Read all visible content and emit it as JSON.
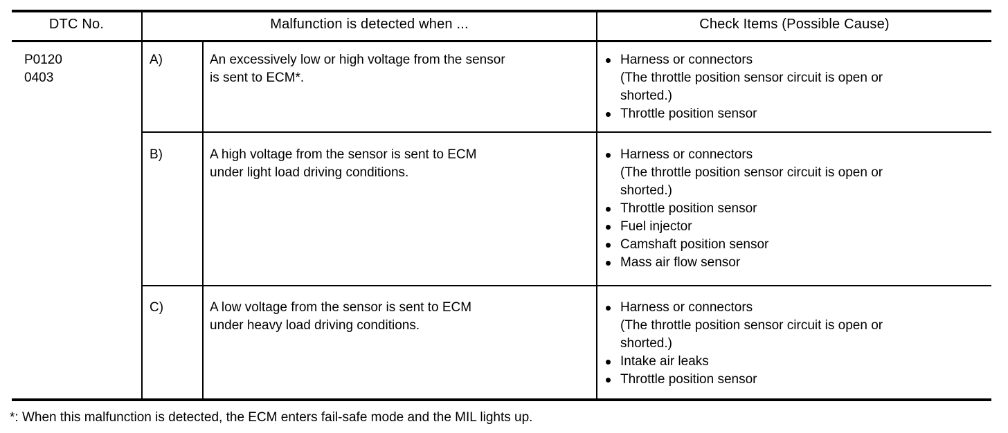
{
  "table": {
    "headers": {
      "dtc_no": "DTC No.",
      "malfunction": "Malfunction is detected when ...",
      "check_items": "Check Items (Possible Cause)"
    },
    "dtc_codes": {
      "line1": "P0120",
      "line2": "0403"
    },
    "rows": [
      {
        "label": "A)",
        "description_line1": "An excessively low or high voltage from the sensor",
        "description_line2": "is sent to ECM*.",
        "check_items": [
          {
            "text": "Harness or connectors",
            "sub1": "(The throttle position sensor circuit is open or",
            "sub2": "shorted.)"
          },
          {
            "text": "Throttle position sensor"
          }
        ]
      },
      {
        "label": "B)",
        "description_line1": "A high voltage from the sensor is sent to ECM",
        "description_line2": "under light load driving conditions.",
        "check_items": [
          {
            "text": "Harness or connectors",
            "sub1": "(The throttle position sensor circuit is open or",
            "sub2": "shorted.)"
          },
          {
            "text": "Throttle position sensor"
          },
          {
            "text": "Fuel injector"
          },
          {
            "text": "Camshaft position sensor"
          },
          {
            "text": "Mass air flow sensor"
          }
        ]
      },
      {
        "label": "C)",
        "description_line1": "A low voltage from the sensor is sent to ECM",
        "description_line2": "under heavy load driving conditions.",
        "check_items": [
          {
            "text": "Harness or connectors",
            "sub1": "(The throttle position sensor circuit is open or",
            "sub2": "shorted.)"
          },
          {
            "text": "Intake air leaks"
          },
          {
            "text": "Throttle position sensor"
          }
        ]
      }
    ]
  },
  "footnote": "*: When this malfunction is detected, the ECM enters fail-safe mode and the MIL lights up."
}
